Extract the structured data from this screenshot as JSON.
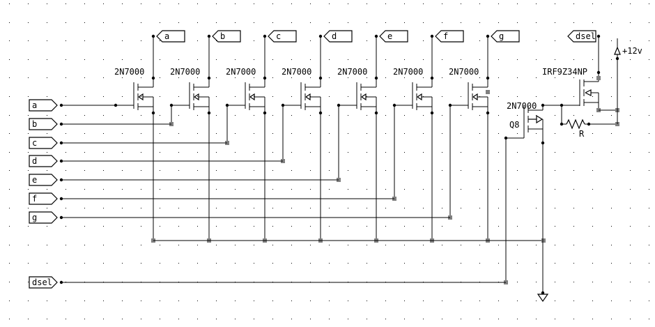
{
  "diagram": {
    "type": "schematic",
    "background": "#ffffff",
    "wire_color": "#000000",
    "grid_dot_color": "#000000",
    "unconnected_node_color": "#808080",
    "segment_drivers": [
      {
        "id": "Q1",
        "part": "2N7000",
        "input_port": "a",
        "output_port": "a"
      },
      {
        "id": "Q2",
        "part": "2N7000",
        "input_port": "b",
        "output_port": "b"
      },
      {
        "id": "Q3",
        "part": "2N7000",
        "input_port": "c",
        "output_port": "c"
      },
      {
        "id": "Q4",
        "part": "2N7000",
        "input_port": "d",
        "output_port": "d"
      },
      {
        "id": "Q5",
        "part": "2N7000",
        "input_port": "e",
        "output_port": "e"
      },
      {
        "id": "Q6",
        "part": "2N7000",
        "input_port": "f",
        "output_port": "f"
      },
      {
        "id": "Q7",
        "part": "2N7000",
        "input_port": "g",
        "output_port": "g"
      }
    ],
    "select_driver": {
      "part": "2N7000",
      "ref": "Q8"
    },
    "high_side": {
      "part": "IRF9Z34NP",
      "output_port": "dsel"
    },
    "resistor": {
      "ref": "R"
    },
    "power": {
      "label": "+12v"
    },
    "select_input": {
      "label": "dsel"
    },
    "ground": {
      "label": ""
    }
  }
}
